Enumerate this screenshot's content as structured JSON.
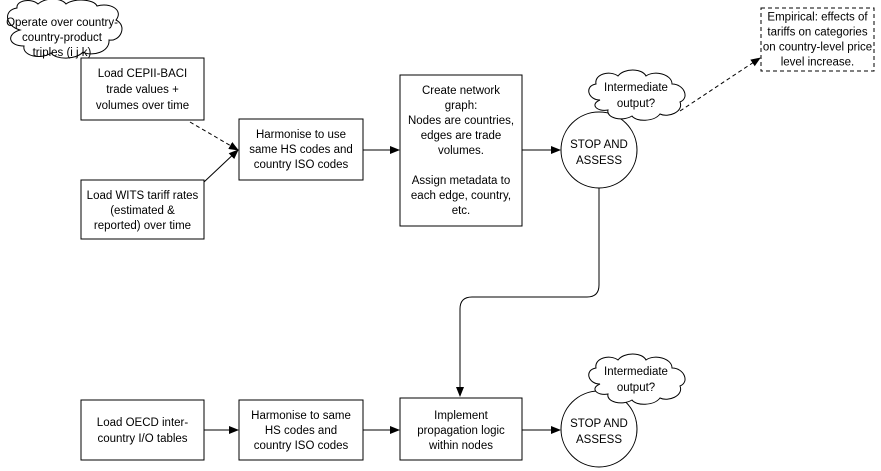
{
  "nodes": {
    "cloud_triples": [
      "Operate over country-",
      "country-product",
      "triples (i j k)"
    ],
    "load_cepii": [
      "Load CEPII-BACI",
      "trade values +",
      "volumes over time"
    ],
    "load_wits": [
      "Load WITS tariff rates",
      "(estimated &",
      "reported) over time"
    ],
    "harmonise_hs_iso": [
      "Harmonise to use",
      "same HS codes and",
      "country ISO codes"
    ],
    "network_graph": [
      "Create network",
      "graph:",
      "Nodes are countries,",
      "edges are trade",
      "volumes.",
      "",
      "Assign metadata to",
      "each edge, country,",
      "etc."
    ],
    "cloud_intermediate_1": [
      "Intermediate",
      "output?"
    ],
    "stop_assess_1": [
      "STOP AND",
      "ASSESS"
    ],
    "empirical_note": [
      "Empirical: effects of",
      "tariffs on categories",
      "on country-level price",
      "level increase."
    ],
    "load_oecd": [
      "Load OECD inter-",
      "country I/O tables"
    ],
    "harmonise_same_hs": [
      "Harmonise to same",
      "HS codes and",
      "country ISO codes"
    ],
    "propagation": [
      "Implement",
      "propagation logic",
      "within nodes"
    ],
    "cloud_intermediate_2": [
      "Intermediate",
      "output?"
    ],
    "stop_assess_2": [
      "STOP AND",
      "ASSESS"
    ]
  },
  "colors": {
    "stroke": "#000000",
    "fill": "#ffffff"
  }
}
